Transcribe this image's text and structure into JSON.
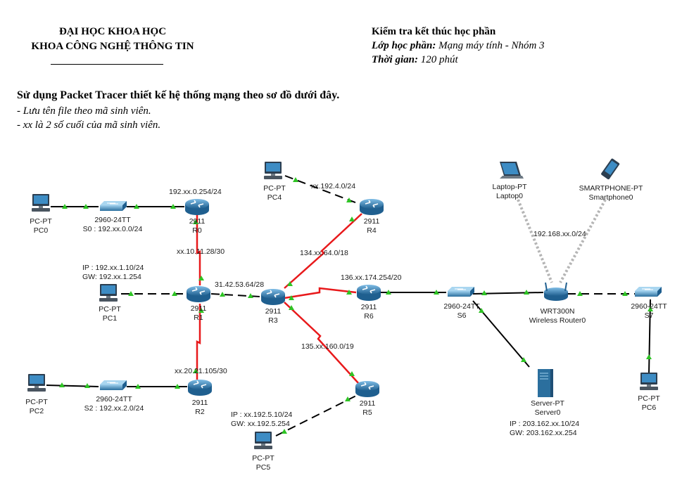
{
  "header": {
    "left_line1": "ĐẠI HỌC KHOA HỌC",
    "left_line2": "KHOA CÔNG NGHỆ THÔNG TIN",
    "right_title": "Kiểm tra kết thúc học phần",
    "course_label": "Lớp học phần:",
    "course_value": " Mạng máy tính - Nhóm 3",
    "time_label": "Thời gian:",
    "time_value": " 120 phút"
  },
  "instructions": {
    "heading": "Sử dụng Packet Tracer thiết kế hệ thống mạng theo sơ đồ dưới đây.",
    "line1": "- Lưu tên file theo mã sinh viên.",
    "line2": "- xx là 2 số cuối của mã sinh viên."
  },
  "devices": {
    "pc0": {
      "type": "PC-PT",
      "name": "PC0"
    },
    "pc1": {
      "type": "PC-PT",
      "name": "PC1"
    },
    "pc2": {
      "type": "PC-PT",
      "name": "PC2"
    },
    "pc4": {
      "type": "PC-PT",
      "name": "PC4"
    },
    "pc5": {
      "type": "PC-PT",
      "name": "PC5"
    },
    "pc6": {
      "type": "PC-PT",
      "name": "PC6"
    },
    "s0": {
      "type": "2960-24TT",
      "name": "S0 : 192.xx.0.0/24"
    },
    "s2": {
      "type": "2960-24TT",
      "name": "S2 : 192.xx.2.0/24"
    },
    "s6": {
      "type": "2960-24TT",
      "name": "S6"
    },
    "s7": {
      "type": "2960-24TT",
      "name": "S7"
    },
    "r0": {
      "type": "2911",
      "name": "R0"
    },
    "r1": {
      "type": "2911",
      "name": "R1"
    },
    "r2": {
      "type": "2911",
      "name": "R2"
    },
    "r3": {
      "type": "2911",
      "name": "R3"
    },
    "r4": {
      "type": "2911",
      "name": "R4"
    },
    "r5": {
      "type": "2911",
      "name": "R5"
    },
    "r6": {
      "type": "2911",
      "name": "R6"
    },
    "laptop0": {
      "type": "Laptop-PT",
      "name": "Laptop0"
    },
    "phone0": {
      "type": "SMARTPHONE-PT",
      "name": "Smartphone0"
    },
    "wr0": {
      "type": "WRT300N",
      "name": "Wireless Router0"
    },
    "server0": {
      "type": "Server-PT",
      "name": "Server0"
    }
  },
  "networks": {
    "r0_lan": "192.xx.0.254/24",
    "r0_r1": "xx.10.11.28/30",
    "r1_r3": "31.42.53.64/28",
    "r1_r2": "xx.20.21.105/30",
    "r3_r4": "134.xx.64.0/18",
    "r4_pc4": "xx.192.4.0/24",
    "r3_r6": "136.xx.174.254/20",
    "r3_r5": "135.xx.160.0/19",
    "wireless": "192.168.xx.0/24"
  },
  "addressing": {
    "pc1_ip": "IP   : 192.xx.1.10/24",
    "pc1_gw": "GW: 192.xx.1.254",
    "pc5_ip": "IP   : xx.192.5.10/24",
    "pc5_gw": "GW: xx.192.5.254",
    "server_ip": "IP   : 203.162.xx.10/24",
    "server_gw": "GW: 203.162.xx.254"
  },
  "colors": {
    "copper": "#000000",
    "serial": "#e8191b",
    "wireless": "#b5b5b5",
    "link_up": "#2ec424",
    "device_blue": "#2a7fb5"
  }
}
